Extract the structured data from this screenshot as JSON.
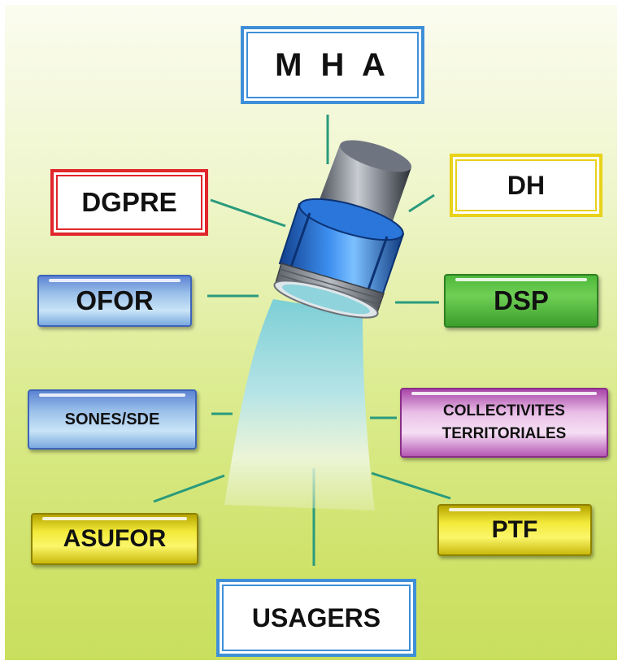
{
  "labels": {
    "mha": "M H A",
    "dh": "DH",
    "dgpre": "DGPRE",
    "ofor": "OFOR",
    "dsp": "DSP",
    "sones": "SONES/SDE",
    "collectivites_line1": "COLLECTIVITES",
    "collectivites_line2": "TERRITORIALES",
    "asufor": "ASUFOR",
    "ptf": "PTF",
    "usagers": "USAGERS"
  },
  "colors": {
    "outline_blue": "#3f8fd8",
    "outline_red": "#e0262b",
    "outline_yellow": "#e8d21a",
    "glossy_blue": "#9bc0ea",
    "glossy_green": "#4db83a",
    "glossy_purple": "#e9bfe7",
    "glossy_yellow": "#f2ea3a",
    "connector": "#2a9a7c",
    "water": "#8fd0d8",
    "coupling": "#1f66c9"
  },
  "icons": [
    "hose-pipe-icon",
    "water-stream-icon"
  ]
}
